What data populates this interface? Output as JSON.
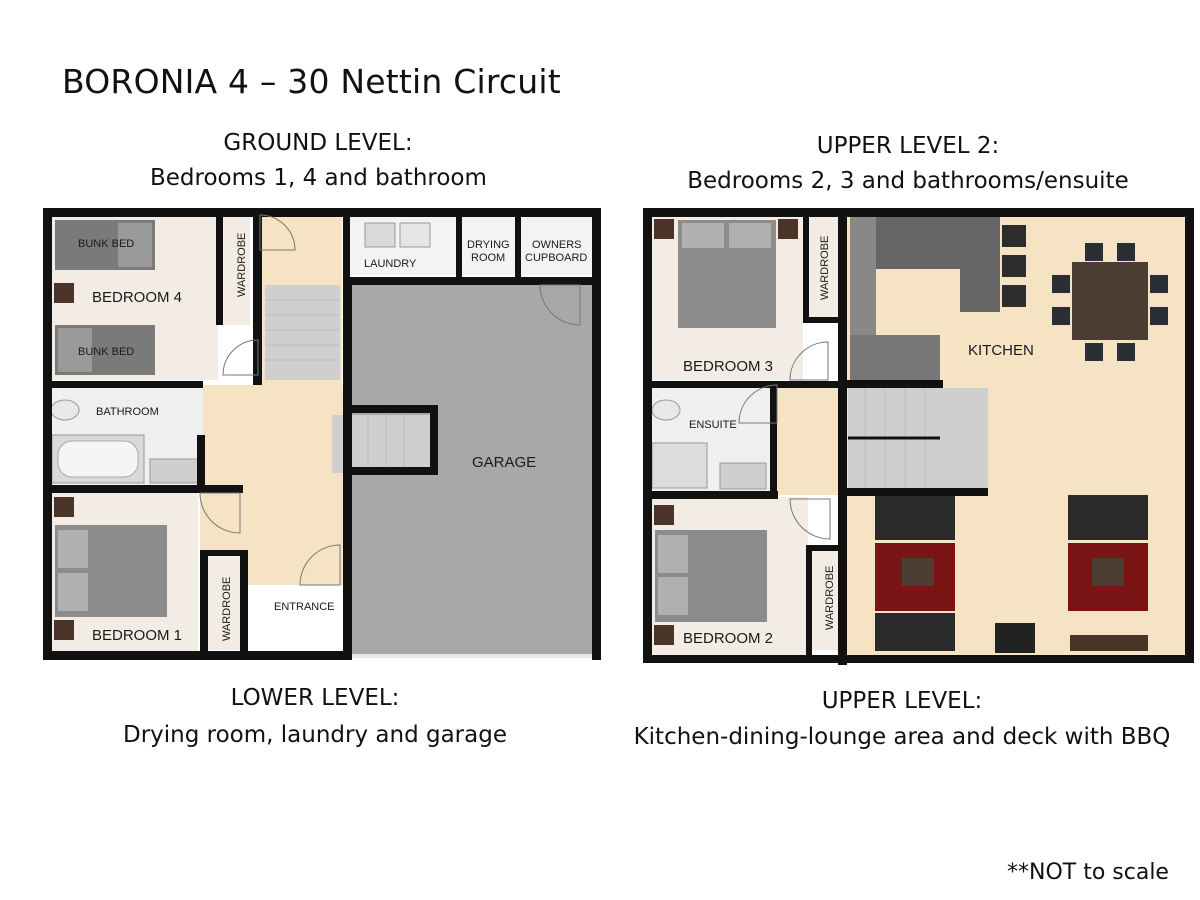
{
  "title": "BORONIA 4 – 30 Nettin Circuit",
  "ground": {
    "heading": "GROUND LEVEL:",
    "subheading": "Bedrooms 1, 4 and bathroom",
    "rooms": {
      "bunk_bed_top": "BUNK BED",
      "bunk_bed_bottom": "BUNK BED",
      "bedroom4": "BEDROOM 4",
      "wardrobe_top": "WARDROBE",
      "laundry": "LAUNDRY",
      "drying_room_1": "DRYING",
      "drying_room_2": "ROOM",
      "owners_cupboard_1": "OWNERS",
      "owners_cupboard_2": "CUPBOARD",
      "bathroom": "BATHROOM",
      "garage": "GARAGE",
      "bedroom1": "BEDROOM 1",
      "wardrobe_bottom": "WARDROBE",
      "entrance": "ENTRANCE"
    },
    "footer_heading": "LOWER LEVEL:",
    "footer_sub": "Drying room, laundry and garage"
  },
  "upper": {
    "heading": "UPPER LEVEL 2:",
    "subheading": "Bedrooms 2, 3 and bathrooms/ensuite",
    "rooms": {
      "bedroom3": "BEDROOM 3",
      "wardrobe_top": "WARDROBE",
      "kitchen": "KITCHEN",
      "ensuite": "ENSUITE",
      "bedroom2": "BEDROOM 2",
      "wardrobe_bottom": "WARDROBE"
    },
    "footer_heading": "UPPER LEVEL:",
    "footer_sub": "Kitchen-dining-lounge area and deck with BBQ"
  },
  "note": "**NOT to scale",
  "colors": {
    "wall": "#111111",
    "floor_beige": "#f6e3c4",
    "floor_light": "#f2ece4",
    "garage": "#a8a8a8",
    "stair": "#cfcfcf",
    "rug": "#6e1010"
  }
}
